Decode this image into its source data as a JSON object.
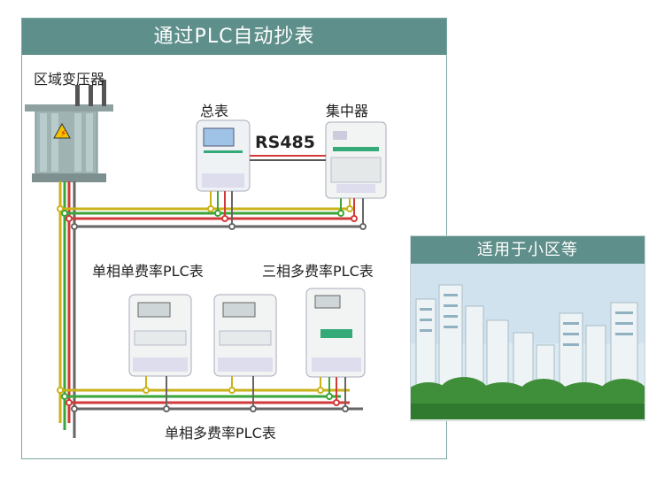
{
  "title": "通过PLC自动抄表",
  "labels": {
    "transformer": "区域变压器",
    "main_meter": "总表",
    "concentrator": "集中器",
    "rs485": "RS485",
    "single_phase_single_rate": "单相单费率PLC表",
    "three_phase_multi_rate": "三相多费率PLC表",
    "single_phase_multi_rate": "单相多费率PLC表"
  },
  "side_panel": {
    "title": "适用于小区等"
  },
  "colors": {
    "header": "#5e8f8a",
    "wire_yellow": "#c9b21a",
    "wire_green": "#3aa53a",
    "wire_red": "#d23a3a",
    "wire_gray": "#666666"
  }
}
